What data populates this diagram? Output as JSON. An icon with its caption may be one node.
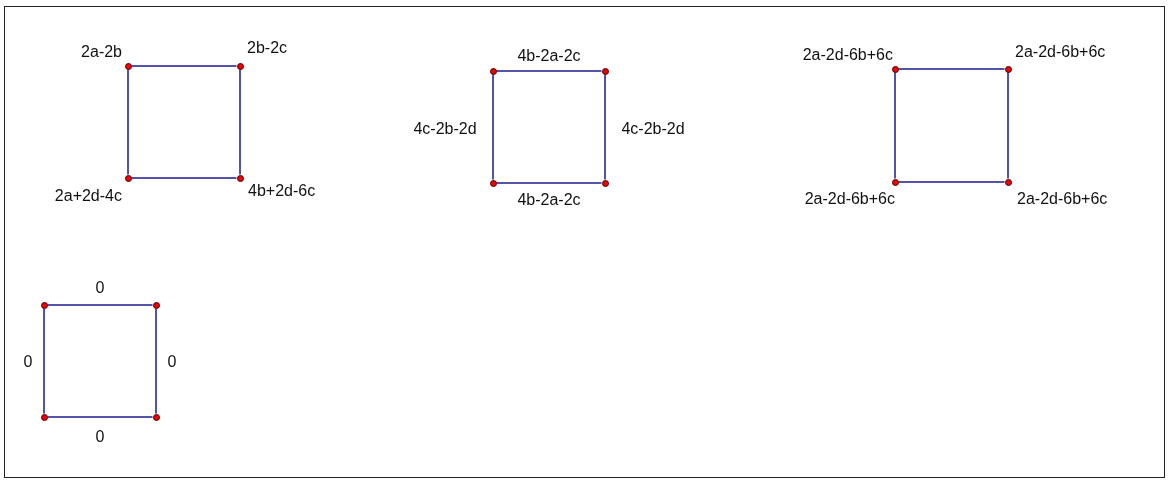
{
  "diagram": {
    "nodes": [
      {
        "text": [],
        "shape": "circle",
        "beside": [
          "2a-2b"
        ]
      },
      {
        "text": [],
        "shape": "circle",
        "beside": [
          "2b-2c"
        ]
      },
      {
        "text": [],
        "shape": "circle",
        "beside": [
          "2a+2d-4c"
        ]
      },
      {
        "text": [],
        "shape": "circle",
        "beside": [
          "4b+2d-6c"
        ]
      },
      {
        "text": [],
        "shape": "circle"
      },
      {
        "text": [],
        "shape": "circle"
      },
      {
        "text": [],
        "shape": "circle"
      },
      {
        "text": [],
        "shape": "circle"
      },
      {
        "text": [],
        "shape": "circle",
        "beside": [
          "2a-2d-6b+6c"
        ]
      },
      {
        "text": [],
        "shape": "circle",
        "beside": [
          "2a-2d-6b+6c"
        ]
      },
      {
        "text": [],
        "shape": "circle",
        "beside": [
          "2a-2d-6b+6c"
        ]
      },
      {
        "text": [],
        "shape": "circle",
        "beside": [
          "2a-2d-6b+6c"
        ]
      },
      {
        "text": [],
        "shape": "circle"
      },
      {
        "text": [],
        "shape": "circle"
      },
      {
        "text": [],
        "shape": "circle"
      },
      {
        "text": [],
        "shape": "circle"
      }
    ],
    "edges": [
      {
        "from": 0,
        "to": 1,
        "arrow": "none"
      },
      {
        "from": 0,
        "to": 2,
        "arrow": "none"
      },
      {
        "from": 1,
        "to": 3,
        "arrow": "none"
      },
      {
        "from": 2,
        "to": 3,
        "arrow": "none"
      },
      {
        "from": 4,
        "to": 5,
        "arrow": "none",
        "label": "4b-2a-2c"
      },
      {
        "from": 4,
        "to": 6,
        "arrow": "none",
        "label": "4c-2b-2d"
      },
      {
        "from": 5,
        "to": 7,
        "arrow": "none",
        "label": "4c-2b-2d"
      },
      {
        "from": 6,
        "to": 7,
        "arrow": "none",
        "label": "4b-2a-2c"
      },
      {
        "from": 8,
        "to": 9,
        "arrow": "none"
      },
      {
        "from": 8,
        "to": 10,
        "arrow": "none"
      },
      {
        "from": 9,
        "to": 11,
        "arrow": "none"
      },
      {
        "from": 10,
        "to": 11,
        "arrow": "none"
      },
      {
        "from": 12,
        "to": 13,
        "arrow": "none",
        "label": "0"
      },
      {
        "from": 12,
        "to": 14,
        "arrow": "none",
        "label": "0"
      },
      {
        "from": 13,
        "to": 15,
        "arrow": "none",
        "label": "0"
      },
      {
        "from": 14,
        "to": 15,
        "arrow": "none",
        "label": "0"
      }
    ]
  }
}
